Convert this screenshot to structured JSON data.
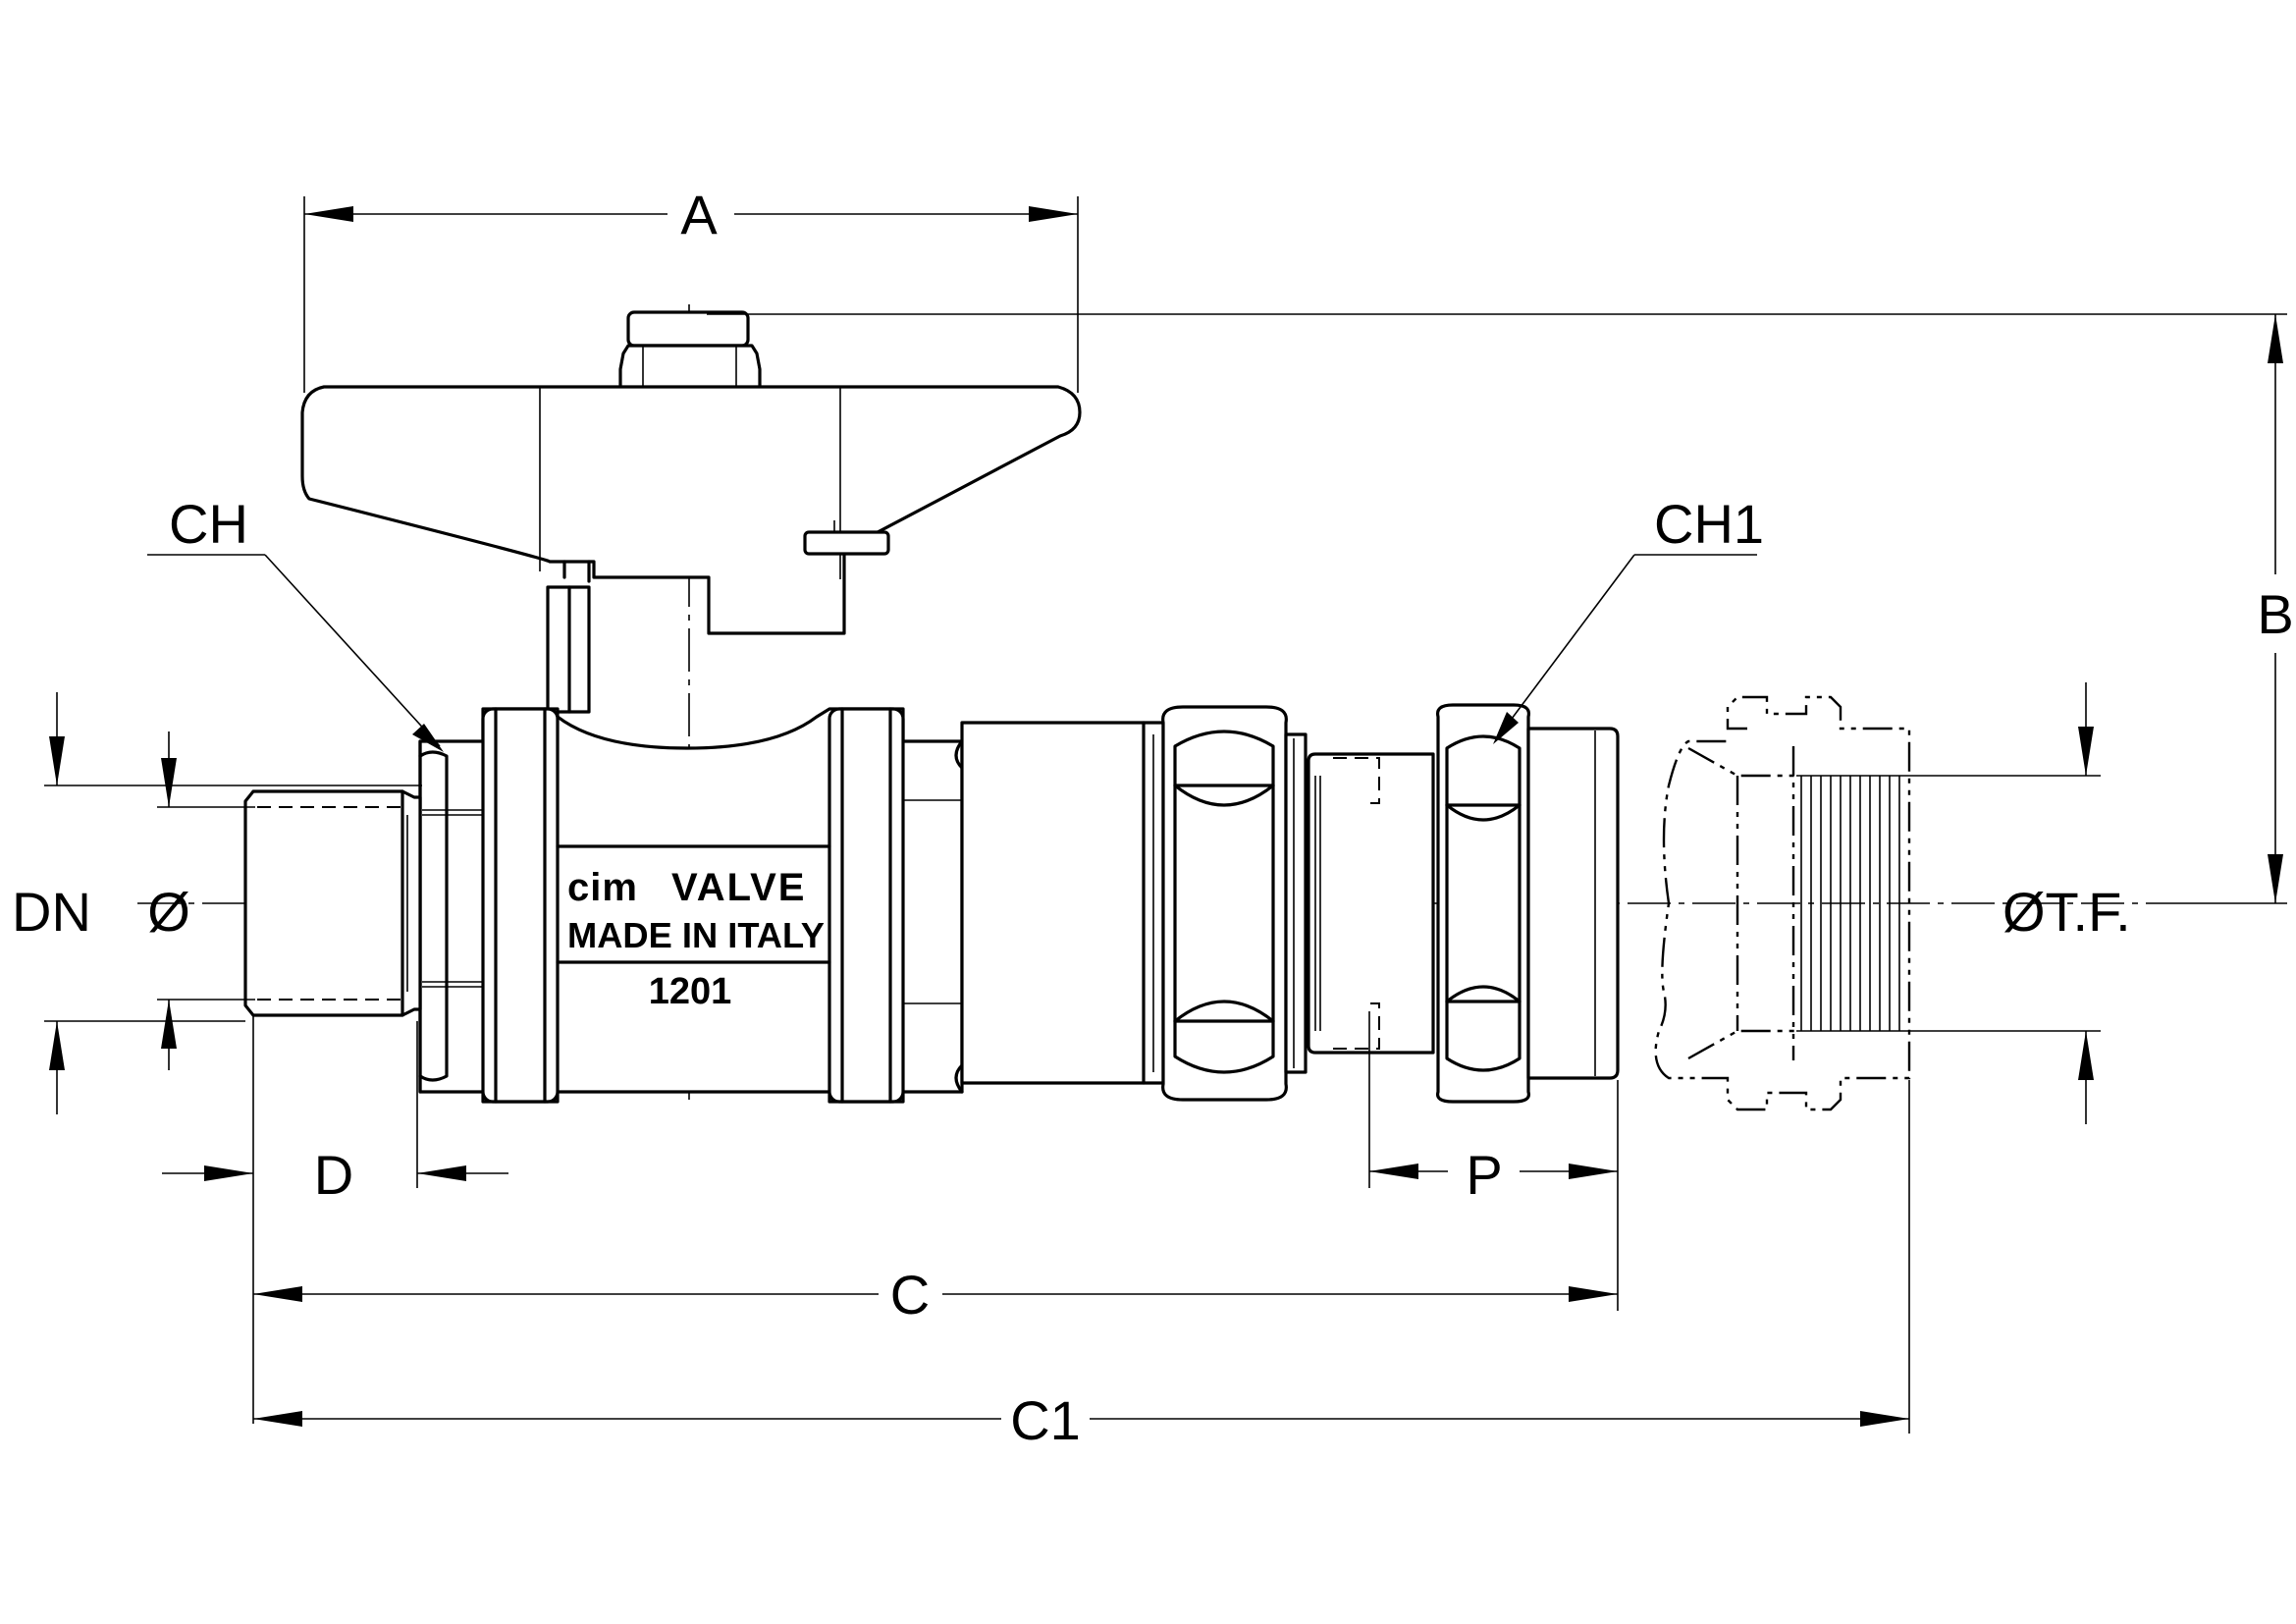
{
  "labels": {
    "A": "A",
    "B": "B",
    "C": "C",
    "C1": "C1",
    "D": "D",
    "P": "P",
    "CH": "CH",
    "CH1": "CH1",
    "DN": "DN",
    "dia": "Ø",
    "TF": "ØT.F."
  },
  "body_marking": {
    "brand_a": "cim",
    "brand_b": "VALVE",
    "origin": "MADE IN ITALY",
    "model": "1201"
  }
}
